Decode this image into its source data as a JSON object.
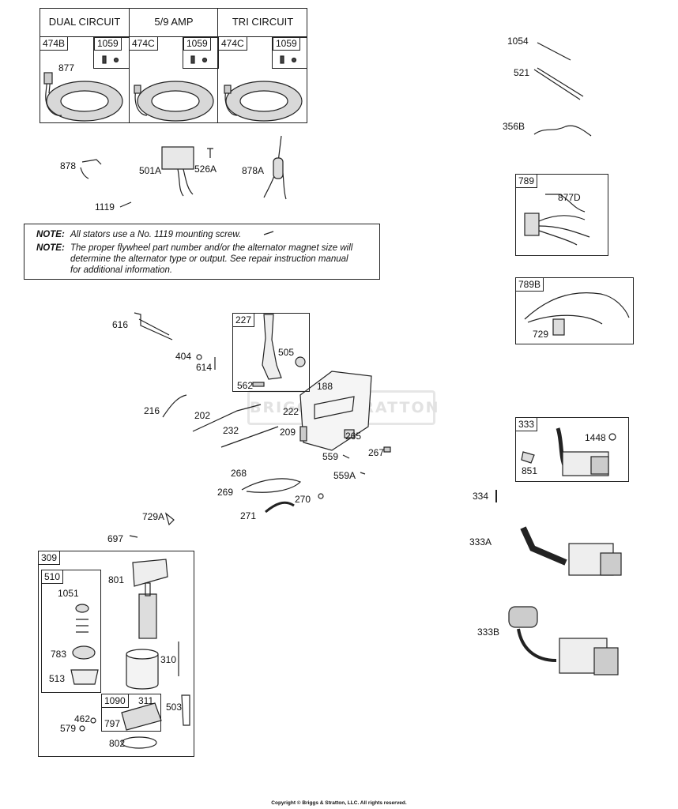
{
  "stator_table": {
    "headers": [
      "DUAL CIRCUIT",
      "5/9 AMP",
      "TRI CIRCUIT"
    ],
    "cells": [
      {
        "stator": "474B",
        "screw": "1059",
        "extra": "877"
      },
      {
        "stator": "474C",
        "screw": "1059"
      },
      {
        "stator": "474C",
        "screw": "1059"
      }
    ]
  },
  "note": {
    "heading": "NOTE:",
    "line1": "All stators use a No. 1119 mounting screw.",
    "line2a": "The proper flywheel part number and/or the alternator magnet size will",
    "line2b": "determine the alternator type or output. See repair instruction manual",
    "line2c": "for additional information."
  },
  "watermark": "BRIGGS&STRATTON",
  "copyright": "Copyright © Briggs & Stratton, LLC. All rights reserved.",
  "parts": {
    "p878": "878",
    "p501A": "501A",
    "p526A": "526A",
    "p878A": "878A",
    "p1119": "1119",
    "p1054": "1054",
    "p521": "521",
    "p356B": "356B",
    "p877D": "877D",
    "p729": "729",
    "p616": "616",
    "p404": "404",
    "p614": "614",
    "p505": "505",
    "p562": "562",
    "p188": "188",
    "p216": "216",
    "p202": "202",
    "p222": "222",
    "p232": "232",
    "p209": "209",
    "p265": "265",
    "p559": "559",
    "p267": "267",
    "p559A": "559A",
    "p268": "268",
    "p269": "269",
    "p270": "270",
    "p271": "271",
    "p729A": "729A",
    "p697": "697",
    "p1448": "1448",
    "p851": "851",
    "p334": "334",
    "p333A": "333A",
    "p333B": "333B",
    "p801": "801",
    "p1051": "1051",
    "p783": "783",
    "p513": "513",
    "p310": "310",
    "p311": "311",
    "p503": "503",
    "p462": "462",
    "p579": "579",
    "p797": "797",
    "p802": "802"
  },
  "kits": {
    "k789": "789",
    "k789B": "789B",
    "k227": "227",
    "k333": "333",
    "k309": "309",
    "k510": "510",
    "k1090": "1090"
  }
}
